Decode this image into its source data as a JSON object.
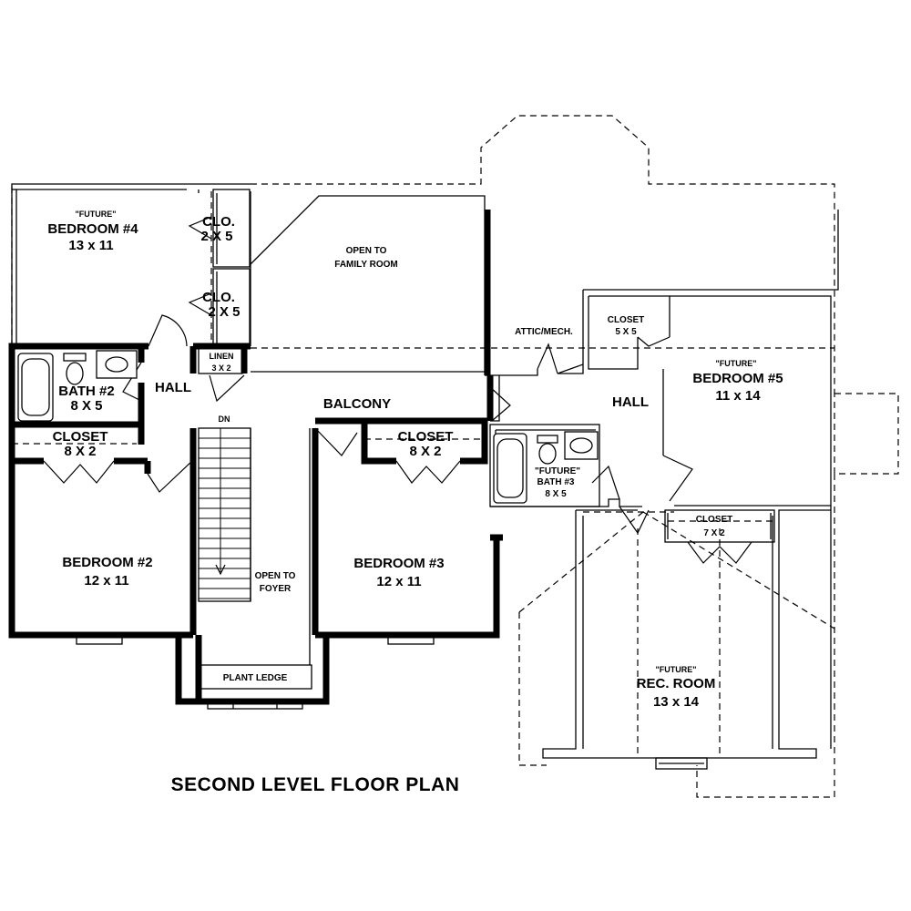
{
  "title": "SECOND LEVEL FLOOR PLAN",
  "rooms": {
    "bedroom4": {
      "future": "\"FUTURE\"",
      "name": "BEDROOM #4",
      "size": "13 x 11"
    },
    "clo1": {
      "name": "CLO.",
      "size": "2 X 5"
    },
    "clo2": {
      "name": "CLO.",
      "size": "2 X 5"
    },
    "open_family": {
      "line1": "OPEN TO",
      "line2": "FAMILY ROOM"
    },
    "attic": {
      "name": "ATTIC/MECH."
    },
    "closet55": {
      "name": "CLOSET",
      "size": "5 X 5"
    },
    "bedroom5": {
      "future": "\"FUTURE\"",
      "name": "BEDROOM #5",
      "size": "11 x 14"
    },
    "linen": {
      "name": "LINEN",
      "size": "3 X 2"
    },
    "hall_left": {
      "name": "HALL"
    },
    "bath2": {
      "name": "BATH #2",
      "size": "8 X 5"
    },
    "balcony": {
      "name": "BALCONY"
    },
    "hall_right": {
      "name": "HALL"
    },
    "closet_left": {
      "name": "CLOSET",
      "size": "8 X 2"
    },
    "closet_mid": {
      "name": "CLOSET",
      "size": "8 X 2"
    },
    "bath3": {
      "future": "\"FUTURE\"",
      "name": "BATH #3",
      "size": "8 X 5"
    },
    "closet72": {
      "name": "CLOSET",
      "size": "7 X 2"
    },
    "dn": {
      "name": "DN"
    },
    "bedroom2": {
      "name": "BEDROOM #2",
      "size": "12 x 11"
    },
    "open_foyer": {
      "line1": "OPEN TO",
      "line2": "FOYER"
    },
    "bedroom3": {
      "name": "BEDROOM #3",
      "size": "12 x 11"
    },
    "plant_ledge": {
      "name": "PLANT LEDGE"
    },
    "rec_room": {
      "future": "\"FUTURE\"",
      "name": "REC. ROOM",
      "size": "13 x 14"
    }
  }
}
